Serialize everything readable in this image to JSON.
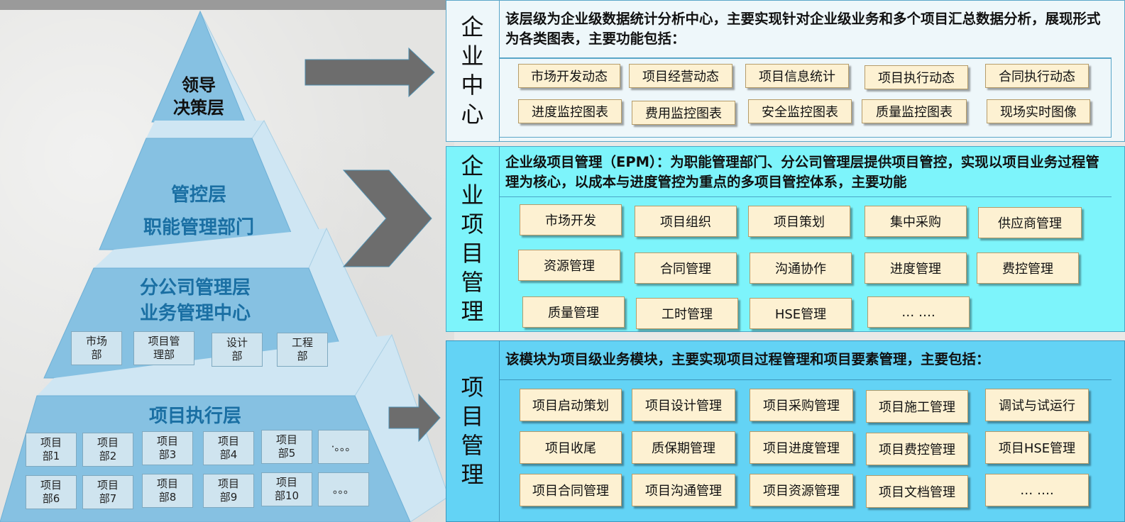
{
  "pyramid": {
    "leader": [
      "领导",
      "决策层"
    ],
    "control": [
      "管控层",
      "职能管理部门"
    ],
    "branch": [
      "分公司管理层",
      "业务管理中心"
    ],
    "branch_depts": [
      "市场\n部",
      "项目管\n理部",
      "设计\n部",
      "工程\n部"
    ],
    "exec_title": "项目执行层",
    "exec_row1": [
      "项目\n部1",
      "项目\n部2",
      "项目\n部3",
      "项目\n部4",
      "项目\n部5",
      "·。。。"
    ],
    "exec_row2": [
      "项目\n部6",
      "项目\n部7",
      "项目\n部8",
      "项目\n部9",
      "项目\n部10",
      "。。。"
    ]
  },
  "enterprise_center": {
    "label": [
      "企",
      "业",
      "中",
      "心"
    ],
    "desc": "该层级为企业级数据统计分析中心，主要实现针对企业级业务和多个项目汇总数据分析，展现形式为各类图表，主要功能包括：",
    "items": [
      "市场开发动态",
      "项目经营动态",
      "项目信息统计",
      "项目执行动态",
      "合同执行动态",
      "进度监控图表",
      "费用监控图表",
      "安全监控图表",
      "质量监控图表",
      "现场实时图像"
    ]
  },
  "epm": {
    "label": [
      "企",
      "业",
      "项",
      "目",
      "管",
      "理"
    ],
    "desc": "企业级项目管理（EPM）：为职能管理部门、分公司管理层提供项目管控，实现以项目业务过程管理为核心，以成本与进度管控为重点的多项目管控体系，主要功能",
    "items": [
      "市场开发",
      "项目组织",
      "项目策划",
      "集中采购",
      "供应商管理",
      "资源管理",
      "合同管理",
      "沟通协作",
      "进度管理",
      "费控管理",
      "质量管理",
      "工时管理",
      "HSE管理",
      "… …."
    ]
  },
  "project_mgmt": {
    "label": [
      "项",
      "目",
      "管",
      "理"
    ],
    "desc": "该模块为项目级业务模块，主要实现项目过程管理和项目要素管理，主要包括：",
    "items": [
      "项目启动策划",
      "项目设计管理",
      "项目采购管理",
      "项目施工管理",
      "调试与试运行",
      "项目收尾",
      "质保期管理",
      "项目进度管理",
      "项目费控管理",
      "项目HSE管理",
      "项目合同管理",
      "项目沟通管理",
      "项目资源管理",
      "项目文档管理",
      "… …."
    ]
  },
  "colors": {
    "pyramid_face": "#86c1e2",
    "pyramid_side": "#cfe6f3",
    "pyramid_text": "#1a6fa3",
    "panel1": "#eef7fa",
    "panel2": "#7df4fb",
    "panel3": "#63d3f5",
    "arrow": "#6d6d6d"
  }
}
